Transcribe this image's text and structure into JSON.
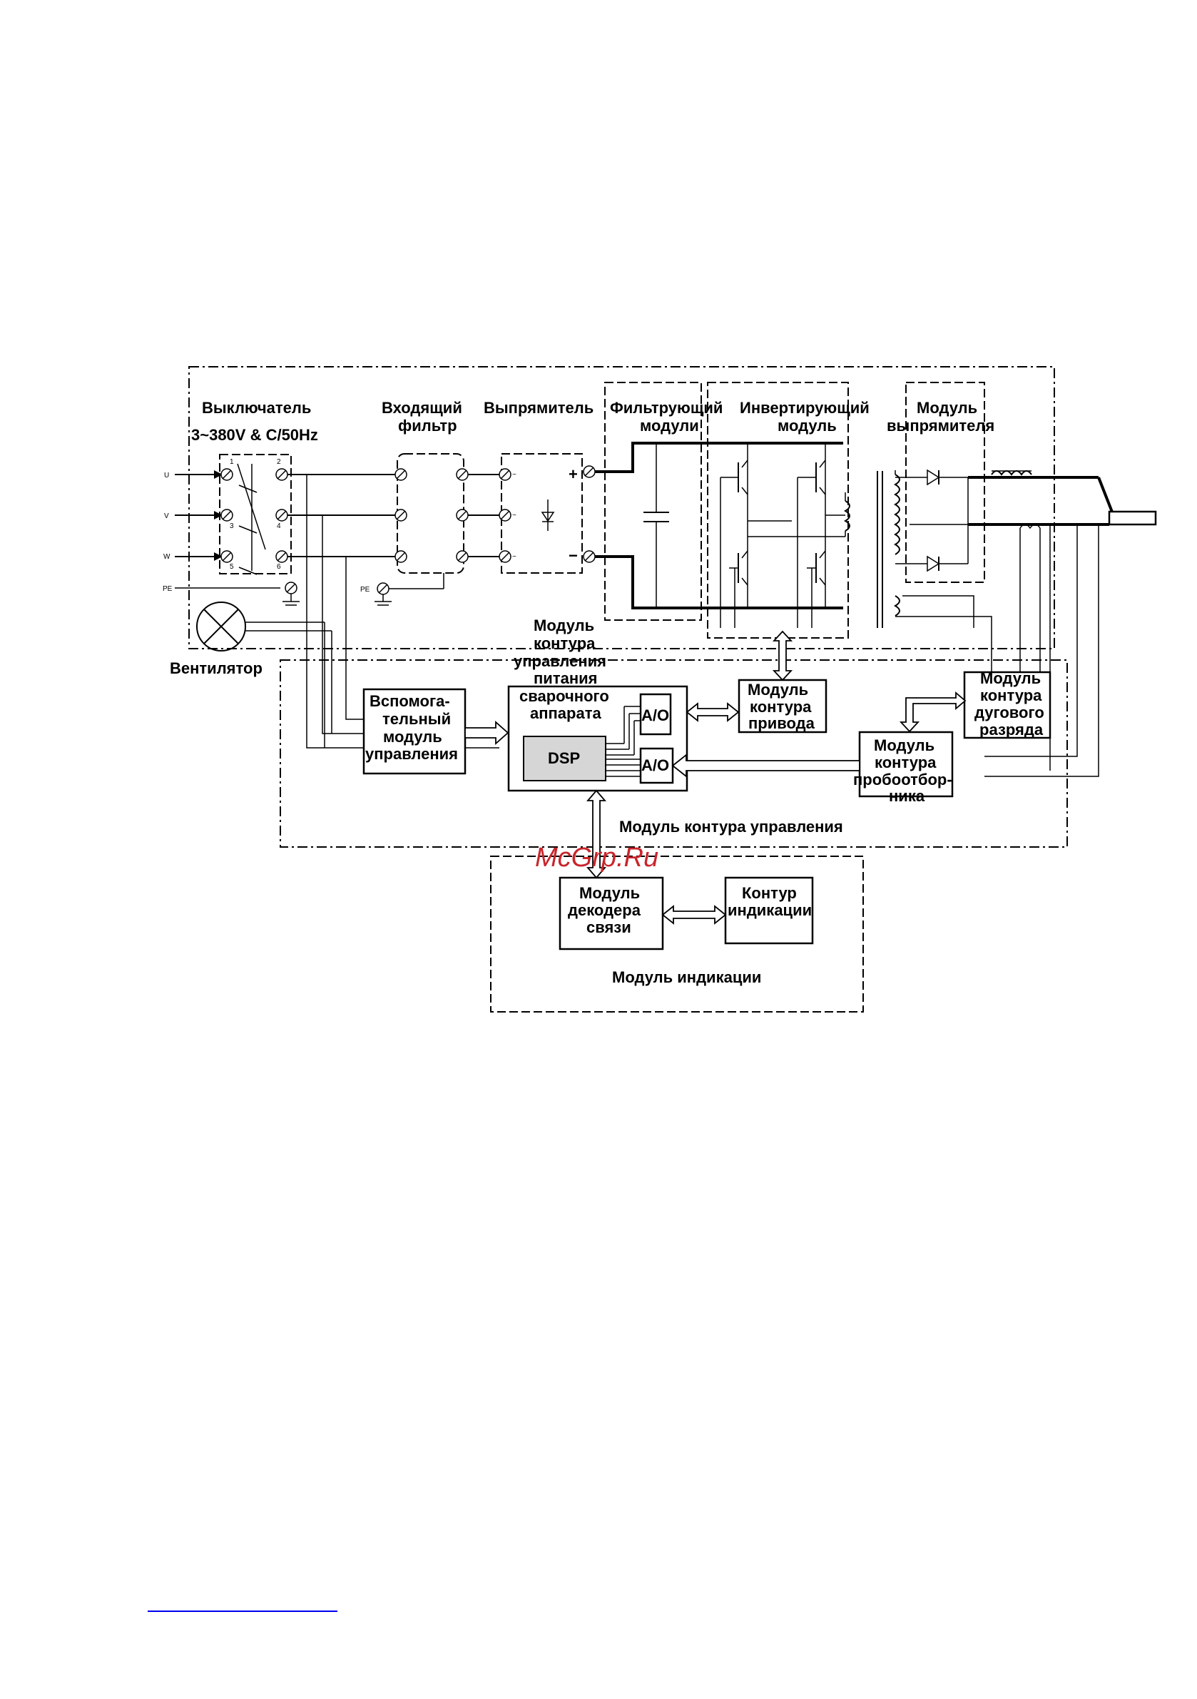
{
  "diagram": {
    "labels": {
      "switch": "Выключатель",
      "supply": "3~380V & C/50Hz",
      "input_filter": [
        "Входящий",
        "фильтр"
      ],
      "rectifier": "Выпрямитель",
      "filter_modules": [
        "Фильтрующий",
        "модули"
      ],
      "inverter_module": [
        "Инвертирующий",
        "модуль"
      ],
      "output_rectifier_module": [
        "Модуль",
        "выпрямителя"
      ],
      "fan": "Вентилятор",
      "power_control_module": [
        "Модуль",
        "контура",
        "управления",
        "питания",
        "сварочного",
        "аппарата"
      ],
      "aux_control_module": [
        "Вспомога-",
        "тельный",
        "модуль",
        "управления"
      ],
      "ao_1": "A/O",
      "ao_2": "A/O",
      "dsp": "DSP",
      "drive_module": [
        "Модуль",
        "контура",
        "привода"
      ],
      "arc_module": [
        "Модуль",
        "контура",
        "дугового",
        "разряда"
      ],
      "sampling_module": [
        "Модуль",
        "контура",
        "пробоотбор-",
        "ника"
      ],
      "control_circuit_module": "Модуль контура управления",
      "decoder_module": [
        "Модуль",
        "декодера",
        "связи"
      ],
      "indication_circuit": [
        "Контур",
        "индикации"
      ],
      "indication_module": "Модуль индикации",
      "phase_u": "U",
      "phase_v": "V",
      "phase_w": "W",
      "pe_1": "PE",
      "pe_2": "PE",
      "terminals": [
        "1",
        "2",
        "3",
        "4",
        "5",
        "6"
      ],
      "plus": "+",
      "minus": "−"
    },
    "watermark": "McGrp.Ru"
  }
}
